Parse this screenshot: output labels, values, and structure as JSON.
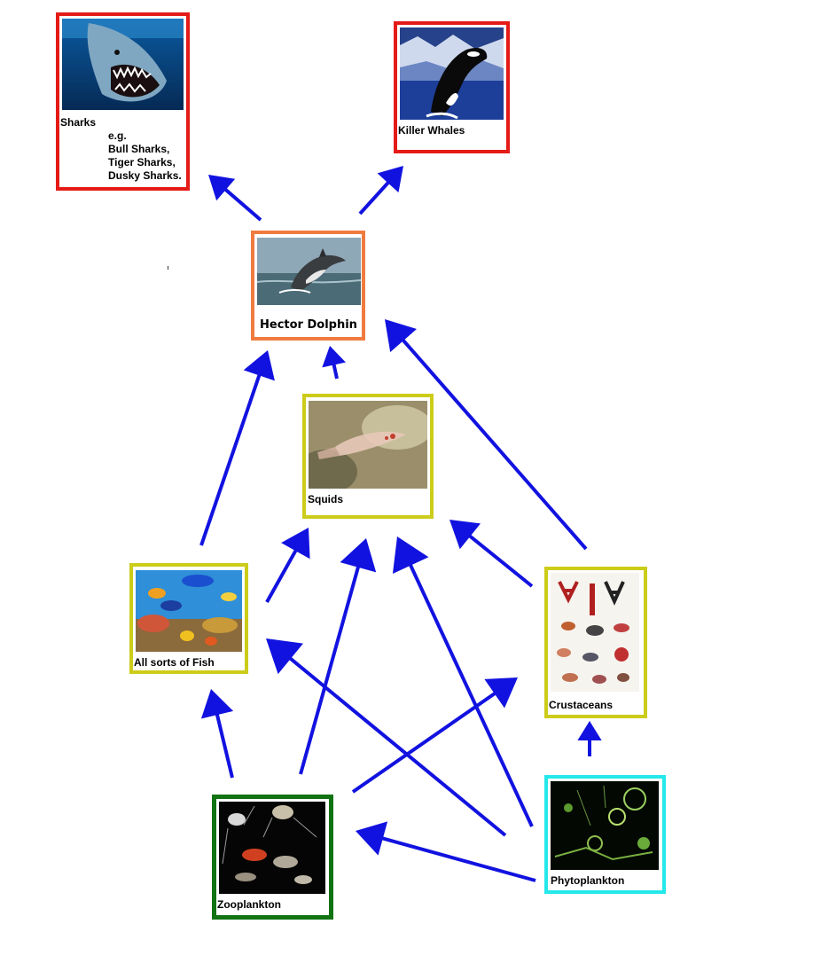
{
  "colors": {
    "arrow": "#1212e0",
    "top_predator_border": "#e41b17",
    "dolphin_border": "#f07b3f",
    "consumer_border": "#cccc1a",
    "zooplankton_border": "#127312",
    "phytoplankton_border": "#24e8ea"
  },
  "nodes": {
    "sharks": {
      "label": "Sharks",
      "examples": [
        "e.g.",
        "Bull Sharks,",
        "Tiger Sharks,",
        "Dusky Sharks."
      ],
      "image": "shark-photo"
    },
    "killer_whales": {
      "label": "Killer Whales",
      "image": "orca-photo"
    },
    "hector_dolphin": {
      "label": "Hector Dolphin",
      "image": "dolphin-photo"
    },
    "squids": {
      "label": "Squids",
      "image": "squid-photo"
    },
    "fish": {
      "label": "All sorts of Fish",
      "image": "reef-fish-photo"
    },
    "crustaceans": {
      "label": "Crustaceans",
      "image": "crustaceans-chart"
    },
    "zooplankton": {
      "label": "Zooplankton",
      "image": "zooplankton-photo"
    },
    "phytoplankton": {
      "label": "Phytoplankton",
      "image": "phytoplankton-micrograph"
    }
  },
  "arrows": [
    {
      "from": "hector_dolphin",
      "to": "sharks"
    },
    {
      "from": "hector_dolphin",
      "to": "killer_whales"
    },
    {
      "from": "fish",
      "to": "hector_dolphin"
    },
    {
      "from": "squids",
      "to": "hector_dolphin"
    },
    {
      "from": "crustaceans",
      "to": "hector_dolphin"
    },
    {
      "from": "fish",
      "to": "squids"
    },
    {
      "from": "zooplankton",
      "to": "squids"
    },
    {
      "from": "phytoplankton",
      "to": "squids"
    },
    {
      "from": "crustaceans",
      "to": "squids"
    },
    {
      "from": "zooplankton",
      "to": "fish"
    },
    {
      "from": "phytoplankton",
      "to": "fish"
    },
    {
      "from": "zooplankton",
      "to": "crustaceans"
    },
    {
      "from": "phytoplankton",
      "to": "crustaceans"
    },
    {
      "from": "phytoplankton",
      "to": "zooplankton"
    }
  ]
}
